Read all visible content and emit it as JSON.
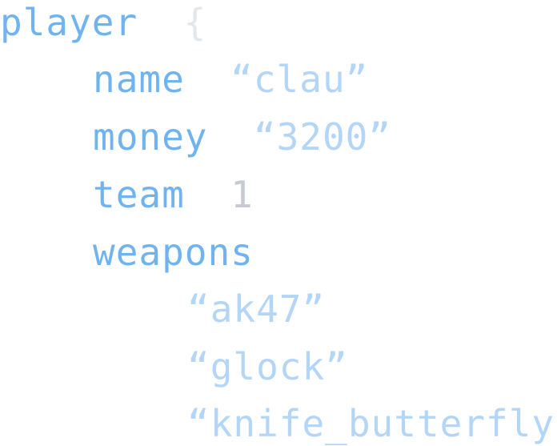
{
  "root": {
    "key": "player",
    "open_brace": "{"
  },
  "fields": {
    "name": {
      "key": "name",
      "value": "“clau”"
    },
    "money": {
      "key": "money",
      "value": "“3200”"
    },
    "team": {
      "key": "team",
      "value": "1"
    },
    "weapons": {
      "key": "weapons",
      "items": [
        "“ak47”",
        "“glock”",
        "“knife_butterfly”"
      ]
    }
  },
  "colors": {
    "key": "#6fb4f1",
    "string": "#b3d5f7",
    "number": "#c7cbd1",
    "brace": "#e3e7ec"
  }
}
